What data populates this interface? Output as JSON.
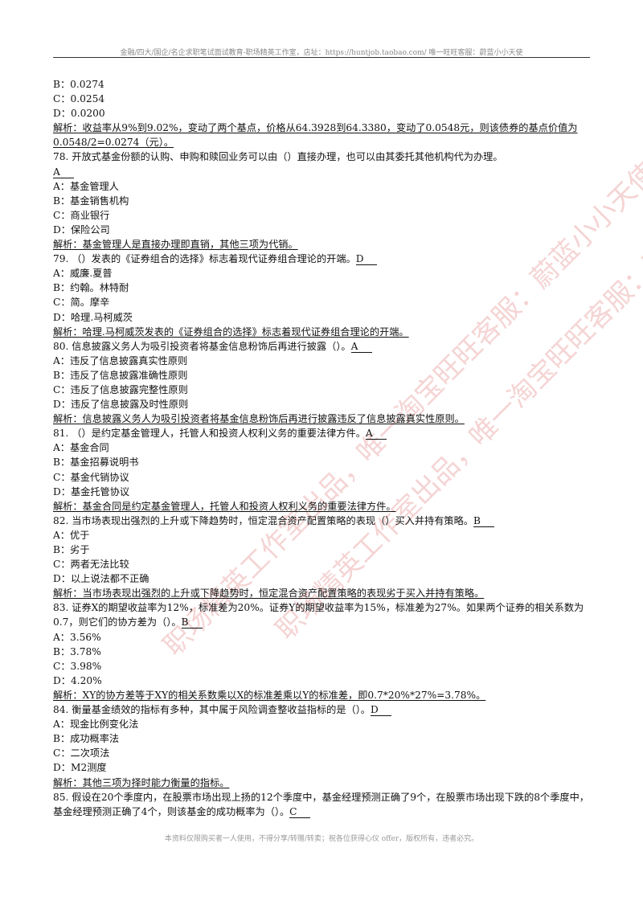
{
  "header": "金融/四大/国企/名企求职笔试面试教育-职场精英工作室，店址：https://huntjob.taobao.com/ 唯一旺旺客服：蔚蓝小小天使",
  "footer": "本资料仅限购买者一人使用，不得分享/转赠/转卖；祝各位获得心仪 offer，版权所有，违者必究。",
  "watermark": [
    "职场精英工作室出品，唯一淘宝旺旺客服：蔚蓝小小天使",
    "职场精英工作室出品，唯一淘宝旺旺客服：蔚蓝小小天使"
  ],
  "lines": [
    {
      "text": "B：0.0274"
    },
    {
      "text": "C：0.0254"
    },
    {
      "text": "D：0.0200"
    },
    {
      "text": "解析：收益率从9%到9.02%，变动了两个基点，价格从64.3928到64.3380，变动了0.0548元，则该债券的基点价值为0.0548/2=0.0274（元）。",
      "type": "exp",
      "wrap": true
    },
    {
      "text": "78. 开放式基金份额的认购、申购和赎回业务可以由（）直接办理，也可以由其委托其他机构代为办理。",
      "answer": "A",
      "ans_newline": true
    },
    {
      "text": "A：基金管理人"
    },
    {
      "text": "B：基金销售机构"
    },
    {
      "text": "C：商业银行"
    },
    {
      "text": "D：保险公司"
    },
    {
      "text": "解析：基金管理人是直接办理即直销，其他三项为代销。",
      "type": "exp"
    },
    {
      "text": "79. （）发表的《证券组合的选择》标志着现代证券组合理论的开端。",
      "answer": "D"
    },
    {
      "text": "A：威廉.夏普"
    },
    {
      "text": "B：约翰。林特耐"
    },
    {
      "text": "C：简。摩辛"
    },
    {
      "text": "D：哈理.马柯威茨"
    },
    {
      "text": "解析：哈理.马柯威茨发表的《证券组合的选择》标志着现代证券组合理论的开端。",
      "type": "exp"
    },
    {
      "text": "80. 信息披露义务人为吸引投资者将基金信息粉饰后再进行披露（）。",
      "answer": "A"
    },
    {
      "text": "A：违反了信息披露真实性原则"
    },
    {
      "text": "B：违反了信息披露准确性原则"
    },
    {
      "text": "C：违反了信息披露完整性原则"
    },
    {
      "text": "D：违反了信息披露及时性原则"
    },
    {
      "text": "解析：信息披露义务人为吸引投资者将基金信息粉饰后再进行披露违反了信息披露真实性原则。",
      "type": "exp"
    },
    {
      "text": "81. （）是约定基金管理人，托管人和投资人权利义务的重要法律方件。",
      "answer": "A"
    },
    {
      "text": "A：基金合同"
    },
    {
      "text": "B：基金招募说明书"
    },
    {
      "text": "C：基金代销协议"
    },
    {
      "text": "D：基金托管协议"
    },
    {
      "text": "解析：基金合同是约定基金管理人，托管人和投资人权利义务的重要法律方件。",
      "type": "exp"
    },
    {
      "text": "82. 当市场表现出强烈的上升或下降趋势时，恒定混合资产配置策略的表现（）买入并持有策略。",
      "answer": "B"
    },
    {
      "text": "A：优于"
    },
    {
      "text": "B：劣于"
    },
    {
      "text": "C：两者无法比较"
    },
    {
      "text": "D：以上说法都不正确"
    },
    {
      "text": "解析：当市场表现出强烈的上升或下降趋势时，恒定混合资产配置策略的表现劣于买入并持有策略。",
      "type": "exp"
    },
    {
      "text": "83. 证券X的期望收益率为12%，标准差为20%。证券Y的期望收益率为15%，标准差为27%。如果两个证券的相关系数为0.7，则它们的协方差为（）。",
      "answer": "B",
      "wrap": true
    },
    {
      "text": "A：3.56%"
    },
    {
      "text": "B：3.78%"
    },
    {
      "text": "C：3.98%"
    },
    {
      "text": "D：4.20%"
    },
    {
      "text": "解析：XY的协方差等于XY的相关系数乘以X的标准差乘以Y的标准差，即0.7*20%*27%=3.78%。",
      "type": "exp"
    },
    {
      "text": "84. 衡量基金绩效的指标有多种，其中属于风险调查整收益指标的是（）。",
      "answer": "D"
    },
    {
      "text": "A：现金比例变化法"
    },
    {
      "text": "B：成功概率法"
    },
    {
      "text": "C：二次项法"
    },
    {
      "text": "D：M2测度"
    },
    {
      "text": "解析：其他三项为择时能力衡量的指标。",
      "type": "exp"
    },
    {
      "text": "85. 假设在20个季度内，在股票市场出现上扬的12个季度中，基金经理预测正确了9个，在股票市场出现下跌的8个季度中，基金经理预测正确了4个，则该基金的成功概率为（）。",
      "answer": "C",
      "wrap": true
    }
  ]
}
